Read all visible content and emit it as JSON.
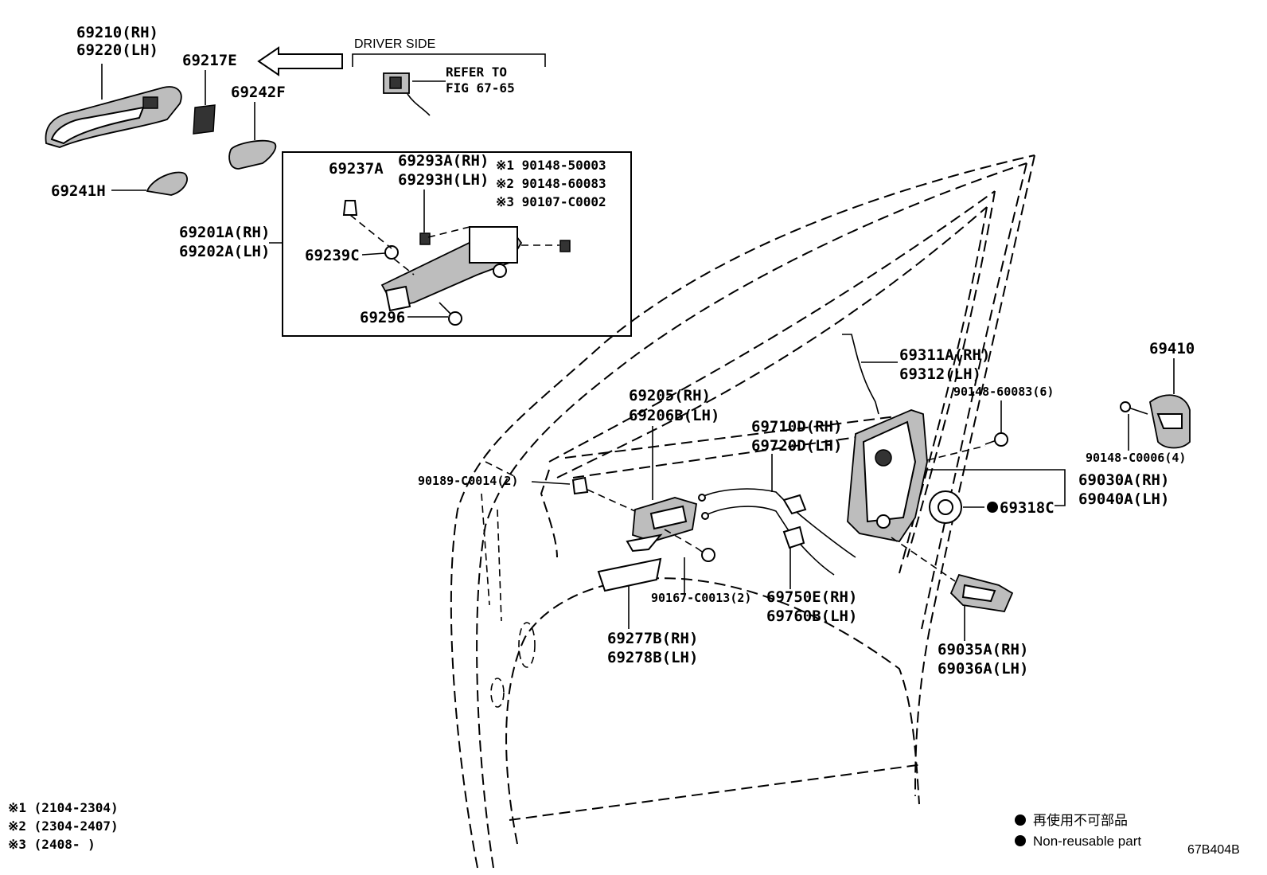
{
  "labels": {
    "p69210": "69210(RH)",
    "p69220": "69220(LH)",
    "p69217E": "69217E",
    "p69242F": "69242F",
    "p69241H": "69241H",
    "driver_side": "DRIVER SIDE",
    "refer_to": "REFER TO",
    "fig_ref": "FIG 67-65",
    "p69237A": "69237A",
    "p69293A": "69293A(RH)",
    "p69293H": "69293H(LH)",
    "note1": "※1 90148-50003",
    "note2": "※2 90148-60083",
    "note3": "※3 90107-C0002",
    "p69201A": "69201A(RH)",
    "p69202A": "69202A(LH)",
    "p69239C": "69239C",
    "p69296": "69296",
    "p69311A": "69311A(RH)",
    "p69312": "69312(LH)",
    "p90148_60083": "90148-60083(6)",
    "p69410": "69410",
    "p90148_C0006": "90148-C0006(4)",
    "p69205": "69205(RH)",
    "p69206B": "69206B(LH)",
    "p69710D": "69710D(RH)",
    "p69720D": "69720D(LH)",
    "p90189": "90189-C0014(2)",
    "p69030A": "69030A(RH)",
    "p69040A": "69040A(LH)",
    "p69318C": "69318C",
    "p90167": "90167-C0013(2)",
    "p69750E": "69750E(RH)",
    "p69760B": "69760B(LH)",
    "p69277B": "69277B(RH)",
    "p69278B": "69278B(LH)",
    "p69035A": "69035A(RH)",
    "p69036A": "69036A(LH)"
  },
  "footnotes": {
    "f1": "※1 (2104-2304)",
    "f2": "※2 (2304-2407)",
    "f3": "※3 (2408-     )"
  },
  "legend": {
    "jp": "再使用不可部品",
    "en": "Non-reusable part"
  },
  "code": "67B404B"
}
